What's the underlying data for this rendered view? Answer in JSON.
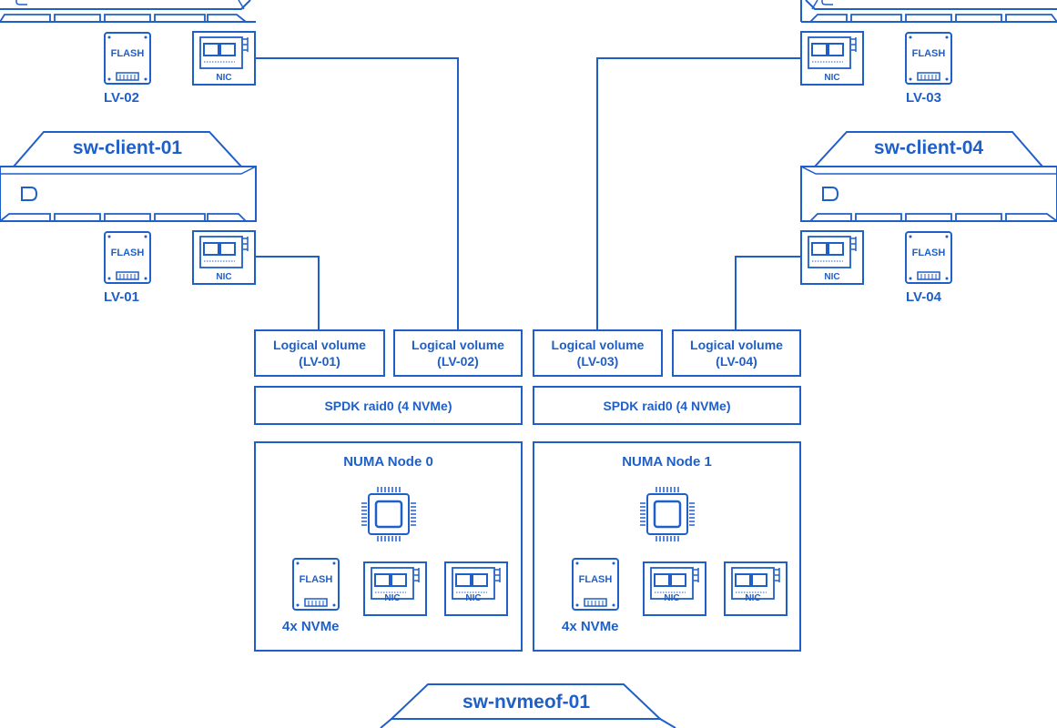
{
  "servers": {
    "client_01": "sw-client-01",
    "client_04": "sw-client-04",
    "target": "sw-nvmeof-01"
  },
  "icons": {
    "flash_text": "FLASH",
    "nic_text": "NIC"
  },
  "client_volumes": {
    "lv01": "LV-01",
    "lv02": "LV-02",
    "lv03": "LV-03",
    "lv04": "LV-04"
  },
  "logical_volumes": [
    {
      "line1": "Logical volume",
      "line2": "(LV-01)"
    },
    {
      "line1": "Logical volume",
      "line2": "(LV-02)"
    },
    {
      "line1": "Logical volume",
      "line2": "(LV-03)"
    },
    {
      "line1": "Logical volume",
      "line2": "(LV-04)"
    }
  ],
  "raid": {
    "left": "SPDK raid0 (4 NVMe)",
    "right": "SPDK raid0 (4 NVMe)"
  },
  "numa": {
    "node0": {
      "title": "NUMA Node 0",
      "nvme_label": "4x NVMe"
    },
    "node1": {
      "title": "NUMA Node 1",
      "nvme_label": "4x NVMe"
    }
  },
  "colors": {
    "accent": "#1f5fc8"
  }
}
